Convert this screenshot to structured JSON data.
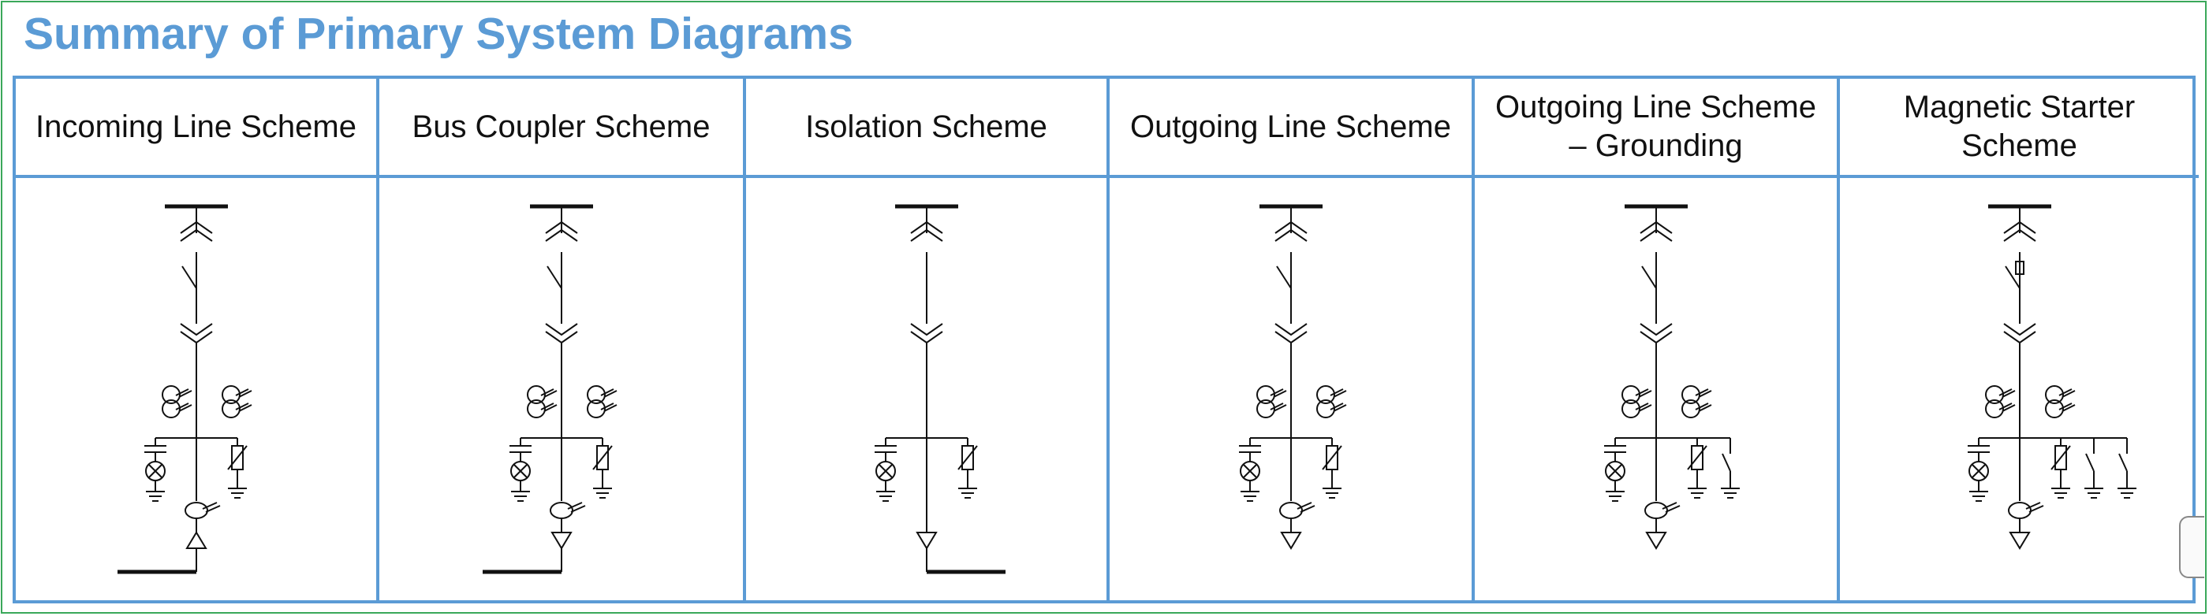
{
  "title": "Summary of Primary System Diagrams",
  "columns": [
    {
      "label": "Incoming Line Scheme"
    },
    {
      "label": "Bus Coupler Scheme"
    },
    {
      "label": "Isolation Scheme"
    },
    {
      "label": "Outgoing Line Scheme"
    },
    {
      "label": "Outgoing Line Scheme\n– Grounding"
    },
    {
      "label": "Magnetic Starter Scheme"
    }
  ],
  "colors": {
    "title": "#5b9bd5",
    "table_border": "#5b9bd5",
    "frame_border": "#3aa85a",
    "diagram_stroke": "#111111"
  }
}
